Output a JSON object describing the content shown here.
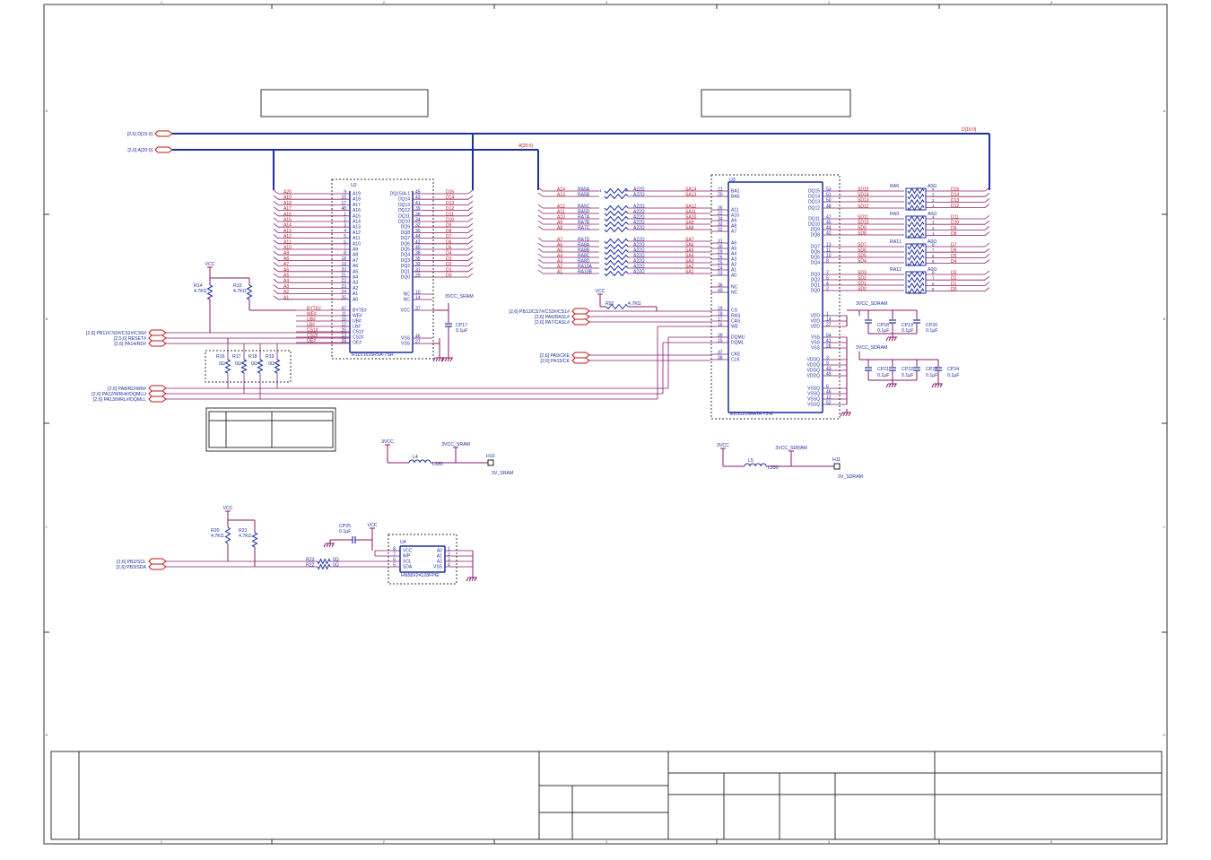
{
  "colors": {
    "wire": "#8a1a6a",
    "bus": "#1f2fa0",
    "chip": "#1f2fa0",
    "label": "#c01818",
    "text": "#1f2fa0",
    "frame": "#333333",
    "power": "#9a1a7a"
  },
  "frame": {
    "cols": [
      "1",
      "2",
      "3",
      "4",
      "5"
    ],
    "rows": [
      "A",
      "B",
      "C",
      "D"
    ]
  },
  "nets": {
    "d_bus_in": "[2,6]  D[15:0]",
    "a_bus_in": "[2,6]  A[20:0]",
    "d_bus": "D[15:0]",
    "a_bus": "A[20:0]",
    "ctrl_left": [
      "[2,6]  PB11/CS0#/CS2#/CS6#",
      "[2,5,6]  RESET#",
      "[2,6]  PA14/RD#"
    ],
    "ctrl_left2": [
      "[2,6]  PA8/RD/WR#",
      "[2,6]  PA12/WRH#/DQMLU",
      "[2,6]  PA13/WRL#/DQMLL"
    ],
    "ctrl_mid": [
      "[2,6]  PB12/CS7#/CS3#/CS1#",
      "[2,6]  PA6/RASL#",
      "[2,6]  PA7/CASL#"
    ],
    "ctrl_mid2": [
      "[2,6]  PA9/CKE",
      "[2,6]  PA15/CK"
    ],
    "i2c": [
      "[2,6]  PB2/SCL",
      "[2,6]  PB3/SDA"
    ]
  },
  "u2": {
    "ref": "U2",
    "part": "R1LV1616RSA-7SR",
    "left_pins": [
      {
        "sig": "A20",
        "num": "9",
        "name": "A19"
      },
      {
        "sig": "A19",
        "num": "16",
        "name": "A18"
      },
      {
        "sig": "A18",
        "num": "17",
        "name": "A17"
      },
      {
        "sig": "A17",
        "num": "48",
        "name": "A16"
      },
      {
        "sig": "A16",
        "num": "1",
        "name": "A15"
      },
      {
        "sig": "A15",
        "num": "2",
        "name": "A14"
      },
      {
        "sig": "A14",
        "num": "3",
        "name": "A13"
      },
      {
        "sig": "A13",
        "num": "4",
        "name": "A12"
      },
      {
        "sig": "A12",
        "num": "5",
        "name": "A11"
      },
      {
        "sig": "A11",
        "num": "6",
        "name": "A10"
      },
      {
        "sig": "A10",
        "num": "7",
        "name": "A9"
      },
      {
        "sig": "A9",
        "num": "8",
        "name": "A8"
      },
      {
        "sig": "A8",
        "num": "18",
        "name": "A7"
      },
      {
        "sig": "A7",
        "num": "19",
        "name": "A6"
      },
      {
        "sig": "A6",
        "num": "20",
        "name": "A5"
      },
      {
        "sig": "A5",
        "num": "21",
        "name": "A4"
      },
      {
        "sig": "A4",
        "num": "22",
        "name": "A3"
      },
      {
        "sig": "A3",
        "num": "23",
        "name": "A2"
      },
      {
        "sig": "A2",
        "num": "24",
        "name": "A1"
      },
      {
        "sig": "A1",
        "num": "25",
        "name": "A0"
      }
    ],
    "ctrl_pins": [
      {
        "sig": "BYTE#",
        "num": "47",
        "name": "BYTE#"
      },
      {
        "sig": "WE#",
        "num": "11",
        "name": "WE#"
      },
      {
        "sig": "UB#",
        "num": "15",
        "name": "UB#"
      },
      {
        "sig": "LB#",
        "num": "12",
        "name": "LB#"
      },
      {
        "sig": "CS1#",
        "num": "26",
        "name": "CS1#"
      },
      {
        "sig": "CS2#",
        "num": "13",
        "name": "CS2#"
      },
      {
        "sig": "OE#",
        "num": "28",
        "name": "OE#"
      }
    ],
    "right_pins": [
      {
        "name": "DQ15/A-1",
        "num": "45",
        "sig": "D15"
      },
      {
        "name": "DQ14",
        "num": "43",
        "sig": "D14"
      },
      {
        "name": "DQ13",
        "num": "41",
        "sig": "D13"
      },
      {
        "name": "DQ12",
        "num": "39",
        "sig": "D12"
      },
      {
        "name": "DQ11",
        "num": "36",
        "sig": "D11"
      },
      {
        "name": "DQ10",
        "num": "34",
        "sig": "D10"
      },
      {
        "name": "DQ9",
        "num": "32",
        "sig": "D9"
      },
      {
        "name": "DQ8",
        "num": "30",
        "sig": "D8"
      },
      {
        "name": "DQ7",
        "num": "44",
        "sig": "D7"
      },
      {
        "name": "DQ6",
        "num": "42",
        "sig": "D6"
      },
      {
        "name": "DQ5",
        "num": "40",
        "sig": "D5"
      },
      {
        "name": "DQ4",
        "num": "38",
        "sig": "D4"
      },
      {
        "name": "DQ3",
        "num": "35",
        "sig": "D3"
      },
      {
        "name": "DQ2",
        "num": "33",
        "sig": "D2"
      },
      {
        "name": "DQ1",
        "num": "31",
        "sig": "D1"
      },
      {
        "name": "DQ0",
        "num": "29",
        "sig": "D0"
      }
    ],
    "other_pins": [
      {
        "name": "NC",
        "num": "10"
      },
      {
        "name": "NC",
        "num": "14"
      },
      {
        "name": "VCC",
        "num": "37"
      },
      {
        "name": "VSS",
        "num": "46"
      },
      {
        "name": "VSS",
        "num": "27"
      }
    ],
    "power": "3VCC_SRAM",
    "cap": {
      "ref": "CP17",
      "val": "0.1µF"
    }
  },
  "sram_res": {
    "vcc": "VCC",
    "pullups": [
      {
        "ref": "R14",
        "val": "4.7KΩ"
      },
      {
        "ref": "R15",
        "val": "4.7KΩ"
      }
    ],
    "series": [
      {
        "ref": "R16",
        "val": "0Ω"
      },
      {
        "ref": "R17",
        "val": "0Ω"
      },
      {
        "ref": "R18",
        "val": "0Ω"
      },
      {
        "ref": "R19",
        "val": "0Ω"
      }
    ]
  },
  "rpacks_a": [
    {
      "ref": "RA5",
      "a": [
        "A14",
        "A13"
      ],
      "s": [
        "SA14",
        "SA13"
      ],
      "val": "A22Ω",
      "pins": [
        "1",
        "2",
        "8",
        "7"
      ]
    },
    {
      "ref": "RA5",
      "a": [
        "A12",
        "A11",
        "A10",
        "A9",
        "A8"
      ],
      "s": [
        "SA12",
        "SA11",
        "SA10",
        "SA9",
        "SA8"
      ],
      "val": "A22Ω",
      "refs": [
        "RA5C",
        "RA5D",
        "RA7A",
        "RA7B",
        "RA7C"
      ]
    },
    {
      "ref": "RA7",
      "a": [
        "A7",
        "A6",
        "A5",
        "A4",
        "A3",
        "A2",
        "A1"
      ],
      "s": [
        "SA7",
        "SA6",
        "SA5",
        "SA4",
        "SA3",
        "SA2",
        "SA1"
      ],
      "val": "A22Ω",
      "refs": [
        "RA7D",
        "RA8A",
        "RA8B",
        "RA8C",
        "RA8D",
        "RA10A",
        "RA10B"
      ]
    }
  ],
  "u3": {
    "ref": "U3",
    "part": "EDS1216AATA-75-E",
    "left_pins": [
      {
        "num": "21",
        "name": "BA1"
      },
      {
        "num": "20",
        "name": "BA0"
      },
      {
        "num": "35",
        "name": "A11"
      },
      {
        "num": "22",
        "name": "A10"
      },
      {
        "num": "34",
        "name": "A9"
      },
      {
        "num": "33",
        "name": "A8"
      },
      {
        "num": "32",
        "name": "A7"
      },
      {
        "num": "31",
        "name": "A6"
      },
      {
        "num": "30",
        "name": "A5"
      },
      {
        "num": "29",
        "name": "A4"
      },
      {
        "num": "26",
        "name": "A3"
      },
      {
        "num": "25",
        "name": "A2"
      },
      {
        "num": "24",
        "name": "A1"
      },
      {
        "num": "23",
        "name": "A0"
      },
      {
        "num": "36",
        "name": "NC"
      },
      {
        "num": "40",
        "name": "NC"
      },
      {
        "num": "19",
        "name": "CS"
      },
      {
        "num": "18",
        "name": "RAS"
      },
      {
        "num": "17",
        "name": "CAS"
      },
      {
        "num": "16",
        "name": "WE"
      },
      {
        "num": "39",
        "name": "DQMU"
      },
      {
        "num": "15",
        "name": "DQML"
      },
      {
        "num": "37",
        "name": "CKE"
      },
      {
        "num": "38",
        "name": "CLK"
      }
    ],
    "right_pins": [
      {
        "name": "DQ15",
        "num": "53"
      },
      {
        "name": "DQ14",
        "num": "51"
      },
      {
        "name": "DQ13",
        "num": "50"
      },
      {
        "name": "DQ12",
        "num": "48"
      },
      {
        "name": "DQ11",
        "num": "47"
      },
      {
        "name": "DQ10",
        "num": "45"
      },
      {
        "name": "DQ9",
        "num": "44"
      },
      {
        "name": "DQ8",
        "num": "42"
      },
      {
        "name": "DQ7",
        "num": "13"
      },
      {
        "name": "DQ6",
        "num": "11"
      },
      {
        "name": "DQ5",
        "num": "10"
      },
      {
        "name": "DQ4",
        "num": "8"
      },
      {
        "name": "DQ3",
        "num": "7"
      },
      {
        "name": "DQ2",
        "num": "5"
      },
      {
        "name": "DQ1",
        "num": "4"
      },
      {
        "name": "DQ0",
        "num": "2"
      },
      {
        "name": "VDD",
        "num": "1"
      },
      {
        "name": "VDD",
        "num": "14"
      },
      {
        "name": "VDD",
        "num": "27"
      },
      {
        "name": "VSS",
        "num": "54"
      },
      {
        "name": "VSS",
        "num": "41"
      },
      {
        "name": "VSS",
        "num": "28"
      },
      {
        "name": "VDDQ",
        "num": "3"
      },
      {
        "name": "VDDQ",
        "num": "9"
      },
      {
        "name": "VDDQ",
        "num": "43"
      },
      {
        "name": "VDDQ",
        "num": "49"
      },
      {
        "name": "VSSQ",
        "num": "6"
      },
      {
        "name": "VSSQ",
        "num": "46"
      },
      {
        "name": "VSSQ",
        "num": "12"
      },
      {
        "name": "VSSQ",
        "num": "52"
      }
    ],
    "sd_sigs": [
      "SD15",
      "SD14",
      "SD13",
      "SD12",
      "SD11",
      "SD10",
      "SD9",
      "SD8",
      "SD7",
      "SD6",
      "SD5",
      "SD4",
      "SD3",
      "SD2",
      "SD1",
      "SD0"
    ],
    "cke_res": {
      "vcc": "VCC",
      "ref": "R92",
      "val": "4.7KΩ"
    }
  },
  "rpacks_d": [
    {
      "ref": "RA6",
      "val": "A0Ω",
      "pins": [
        "4",
        "3",
        "2",
        "1"
      ],
      "d": [
        "D15",
        "D14",
        "D13",
        "D12"
      ]
    },
    {
      "ref": "RA9",
      "val": "A0Ω",
      "pins": [
        "4",
        "3",
        "2",
        "1"
      ],
      "d": [
        "D11",
        "D10",
        "D9",
        "D8"
      ]
    },
    {
      "ref": "RA11",
      "val": "A0Ω",
      "pins": [
        "8",
        "7",
        "6",
        "5"
      ],
      "d": [
        "D7",
        "D6",
        "D5",
        "D4"
      ]
    },
    {
      "ref": "RA12",
      "val": "A0Ω",
      "pins": [
        "8",
        "7",
        "6",
        "5"
      ],
      "d": [
        "D3",
        "D2",
        "D1",
        "D0"
      ]
    }
  ],
  "sdram_caps": {
    "net": "3VCC_SDRAM",
    "row1": [
      {
        "ref": "CP18",
        "val": "0.1µF"
      },
      {
        "ref": "CP19",
        "val": "0.1µF"
      },
      {
        "ref": "CP20",
        "val": "0.1µF"
      }
    ],
    "row2": [
      {
        "ref": "CP21",
        "val": "0.1µF"
      },
      {
        "ref": "CP22",
        "val": "0.1µF"
      },
      {
        "ref": "CP23",
        "val": "0.1µF"
      },
      {
        "ref": "CP24",
        "val": "0.1µF"
      }
    ]
  },
  "filters": [
    {
      "vin": "3VCC",
      "vout": "3VCC_SRAM",
      "ref": "L4",
      "val": "L330",
      "tp": "H10",
      "tp_label": "3V_SRAM"
    },
    {
      "vin": "3VCC",
      "vout": "3VCC_SDRAM",
      "ref": "L5",
      "val": "L330",
      "tp": "H11",
      "tp_label": "3V_SDRAM"
    }
  ],
  "eeprom": {
    "ref": "U4",
    "part": "HN58X24128FPIE",
    "vcc": "VCC",
    "cap": {
      "ref": "CP25",
      "val": "0.1µF"
    },
    "pullups": [
      {
        "ref": "R20",
        "val": "4.7KΩ"
      },
      {
        "ref": "R21",
        "val": "4.7KΩ"
      }
    ],
    "series": [
      {
        "ref": "R23",
        "val": "0Ω"
      },
      {
        "ref": "R22",
        "val": "0Ω"
      }
    ],
    "left_pins": [
      {
        "num": "8",
        "name": "VCC"
      },
      {
        "num": "7",
        "name": "WP"
      },
      {
        "num": "6",
        "name": "SCL"
      },
      {
        "num": "5",
        "name": "SDA"
      }
    ],
    "right_pins": [
      {
        "num": "1",
        "name": "A0"
      },
      {
        "num": "2",
        "name": "A1"
      },
      {
        "num": "3",
        "name": "A2"
      },
      {
        "num": "4",
        "name": "VSS"
      }
    ]
  }
}
